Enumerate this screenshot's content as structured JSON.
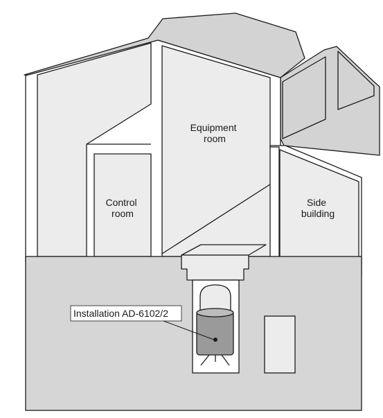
{
  "labels": {
    "equipment_room": [
      "Equipment",
      "room"
    ],
    "control_room": [
      "Control",
      "room"
    ],
    "side_building": [
      "Side",
      "building"
    ],
    "installation": "Installation AD-6102/2"
  },
  "colors": {
    "wall_light": "#ececec",
    "roof_gray": "#d3d3d3",
    "ground_gray": "#d6d6d6",
    "dark_gray": "#9a9a9a",
    "stroke": "#1a1a1a"
  }
}
